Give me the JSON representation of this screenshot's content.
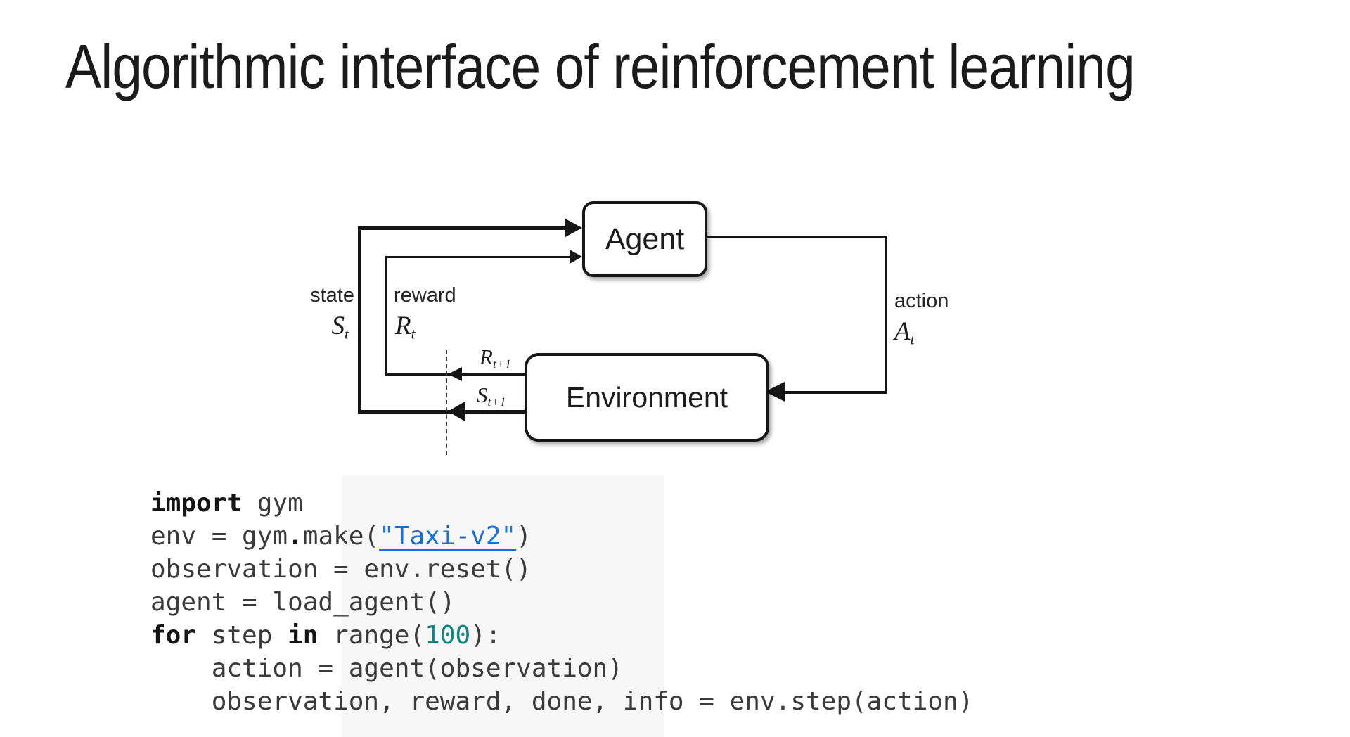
{
  "slide": {
    "title": "Algorithmic interface of reinforcement learning"
  },
  "diagram": {
    "agent_label": "Agent",
    "environment_label": "Environment",
    "state_label": "state",
    "reward_label": "reward",
    "action_label": "action",
    "state_symbol": {
      "base": "S",
      "sub": "t"
    },
    "reward_symbol": {
      "base": "R",
      "sub": "t"
    },
    "action_symbol": {
      "base": "A",
      "sub": "t"
    },
    "next_reward_symbol": {
      "base": "R",
      "sub": "t+1"
    },
    "next_state_symbol": {
      "base": "S",
      "sub": "t+1"
    }
  },
  "code": {
    "lines": [
      [
        {
          "t": "import",
          "s": "k"
        },
        {
          "t": " gym",
          "s": "p"
        }
      ],
      [
        {
          "t": "env = gym",
          "s": "p"
        },
        {
          "t": ".",
          "s": "o"
        },
        {
          "t": "make(",
          "s": "p"
        },
        {
          "t": "\"Taxi-v2\"",
          "s": "l"
        },
        {
          "t": ")",
          "s": "p"
        }
      ],
      [
        {
          "t": "observation = env.reset()",
          "s": "p"
        }
      ],
      [
        {
          "t": "agent = load_agent()",
          "s": "p"
        }
      ],
      [
        {
          "t": "for",
          "s": "k"
        },
        {
          "t": " step ",
          "s": "p"
        },
        {
          "t": "in",
          "s": "k"
        },
        {
          "t": " range(",
          "s": "p"
        },
        {
          "t": "100",
          "s": "n"
        },
        {
          "t": "):",
          "s": "p"
        }
      ],
      [
        {
          "t": "    action = agent(observation)",
          "s": "p"
        }
      ],
      [
        {
          "t": "    observation, reward, done, info = env.step(action)",
          "s": "p"
        }
      ]
    ]
  },
  "colors": {
    "line": "#161616",
    "code_plain": "#3a3a3a",
    "code_keyword": "#141414",
    "code_number": "#12837f",
    "code_link": "#1a6fd6"
  }
}
